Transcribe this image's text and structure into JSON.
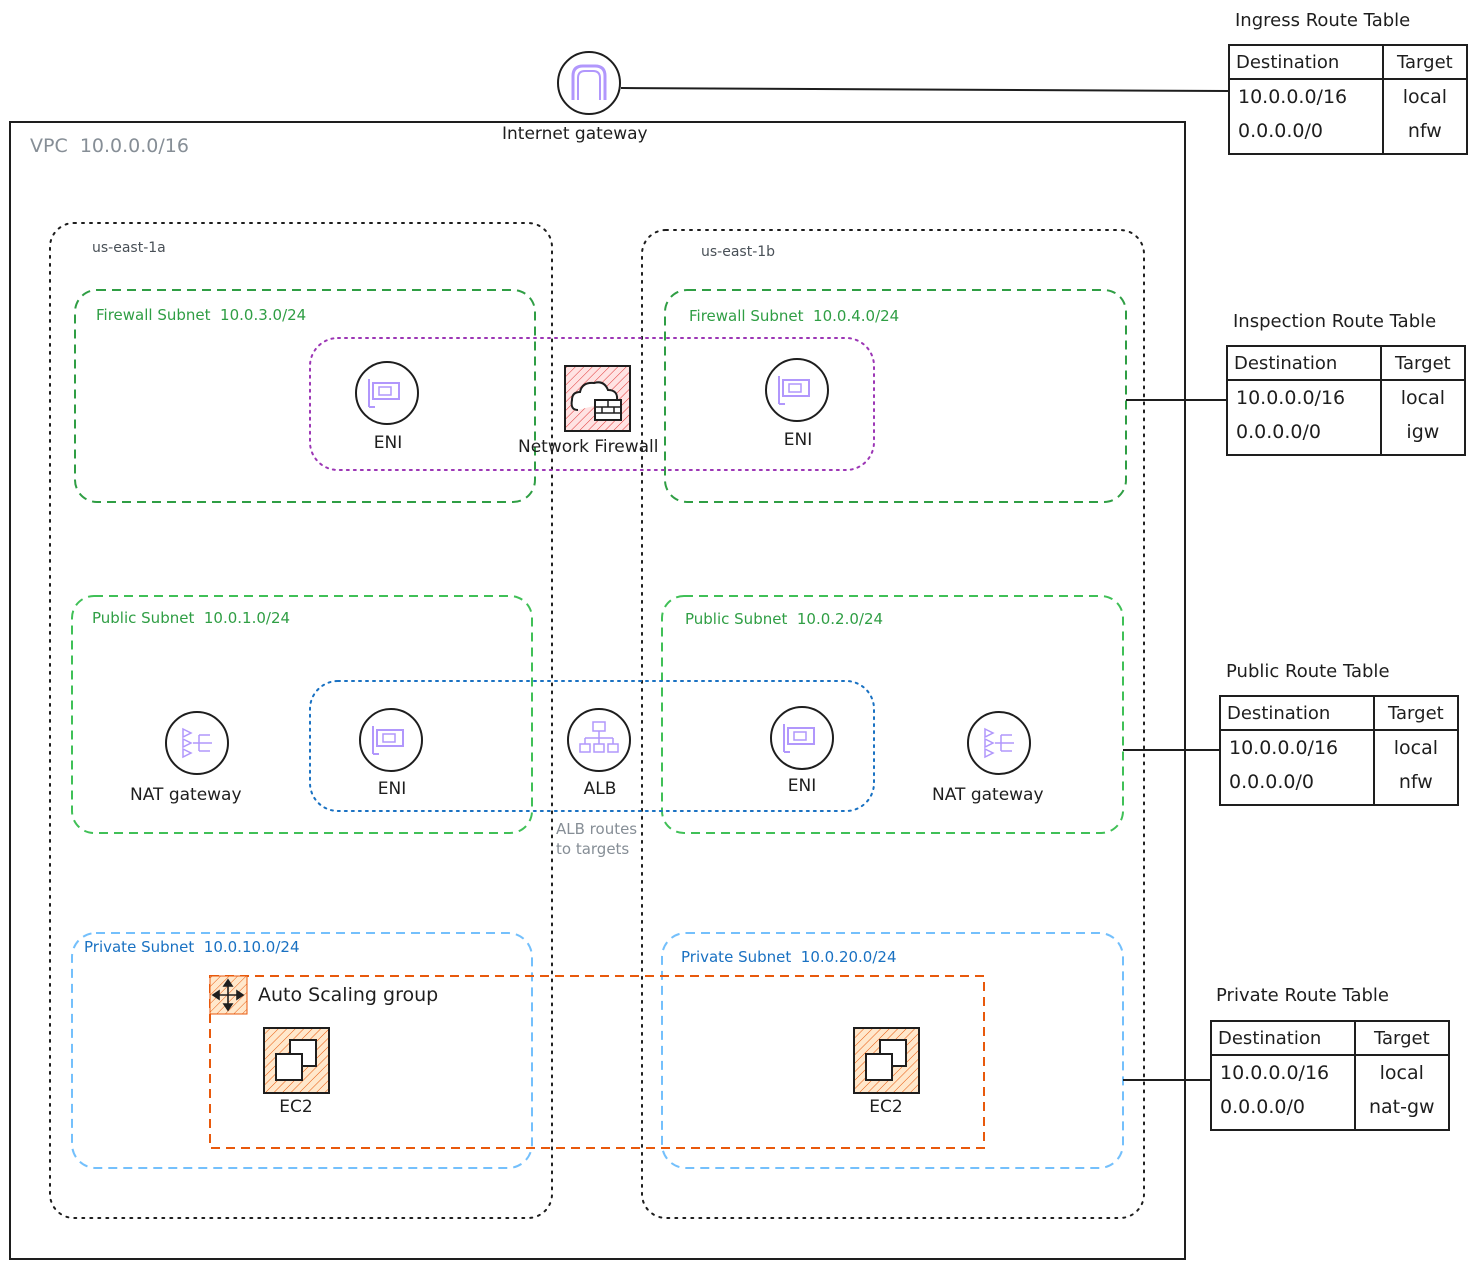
{
  "vpc": {
    "label": "VPC",
    "cidr": "10.0.0.0/16"
  },
  "internet_gateway": {
    "label": "Internet gateway"
  },
  "availability_zones": [
    {
      "label": "us-east-1a"
    },
    {
      "label": "us-east-1b"
    }
  ],
  "subnets": {
    "firewall_a": {
      "name": "Firewall Subnet",
      "cidr": "10.0.3.0/24"
    },
    "firewall_b": {
      "name": "Firewall Subnet",
      "cidr": "10.0.4.0/24"
    },
    "public_a": {
      "name": "Public Subnet",
      "cidr": "10.0.1.0/24"
    },
    "public_b": {
      "name": "Public Subnet",
      "cidr": "10.0.2.0/24"
    },
    "private_a": {
      "name": "Private Subnet",
      "cidr": "10.0.10.0/24"
    },
    "private_b": {
      "name": "Private Subnet",
      "cidr": "10.0.20.0/24"
    }
  },
  "resources": {
    "eni_fw_a": "ENI",
    "eni_fw_b": "ENI",
    "network_firewall": "Network Firewall",
    "nat_a": "NAT gateway",
    "nat_b": "NAT gateway",
    "eni_pub_a": "ENI",
    "eni_pub_b": "ENI",
    "alb": "ALB",
    "alb_note_1": "ALB routes",
    "alb_note_2": "to targets",
    "asg": "Auto Scaling group",
    "ec2_a": "EC2",
    "ec2_b": "EC2"
  },
  "route_tables": {
    "ingress": {
      "title": "Ingress Route Table",
      "headers": [
        "Destination",
        "Target"
      ],
      "rows": [
        [
          "10.0.0.0/16",
          "local"
        ],
        [
          "0.0.0.0/0",
          "nfw"
        ]
      ]
    },
    "inspection": {
      "title": "Inspection Route Table",
      "headers": [
        "Destination",
        "Target"
      ],
      "rows": [
        [
          "10.0.0.0/16",
          "local"
        ],
        [
          "0.0.0.0/0",
          "igw"
        ]
      ]
    },
    "public": {
      "title": "Public Route Table",
      "headers": [
        "Destination",
        "Target"
      ],
      "rows": [
        [
          "10.0.0.0/16",
          "local"
        ],
        [
          "0.0.0.0/0",
          "nfw"
        ]
      ]
    },
    "private": {
      "title": "Private Route Table",
      "headers": [
        "Destination",
        "Target"
      ],
      "rows": [
        [
          "10.0.0.0/16",
          "local"
        ],
        [
          "0.0.0.0/0",
          "nat-gw"
        ]
      ]
    }
  },
  "colors": {
    "stroke": "#1e1e1e",
    "az_border": "#1e1e1e",
    "firewall_subnet": "#2f9e44",
    "public_subnet": "#40c057",
    "private_subnet": "#74c0fc",
    "private_label": "#1971c2",
    "firewall_group": "#9c36b5",
    "alb_group": "#1971c2",
    "asg": "#e8590c",
    "icon_purple": "#b197fc"
  }
}
